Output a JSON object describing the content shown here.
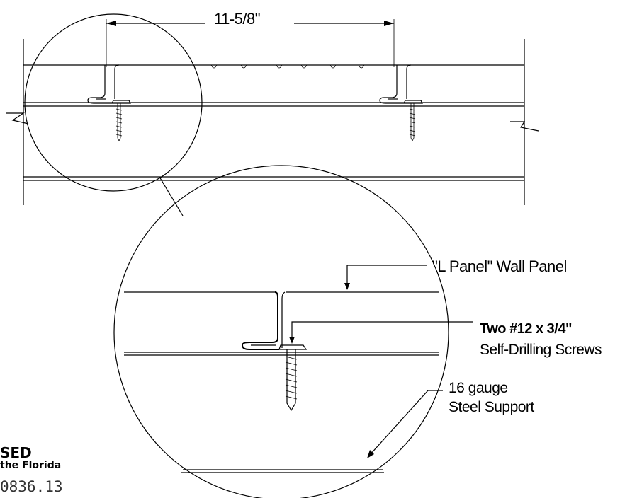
{
  "dimension": {
    "spacing": "11-5/8\""
  },
  "callouts": {
    "wall_panel": "\"L Panel\"  Wall Panel",
    "screws_bold": "Two #12 x 3/4\"",
    "screws": "Self-Drilling Screws",
    "support_gauge": "16 gauge",
    "support": "Steel Support"
  },
  "stamp": {
    "line1": "SED",
    "line2": "the Florida",
    "line3": "0836.13"
  }
}
